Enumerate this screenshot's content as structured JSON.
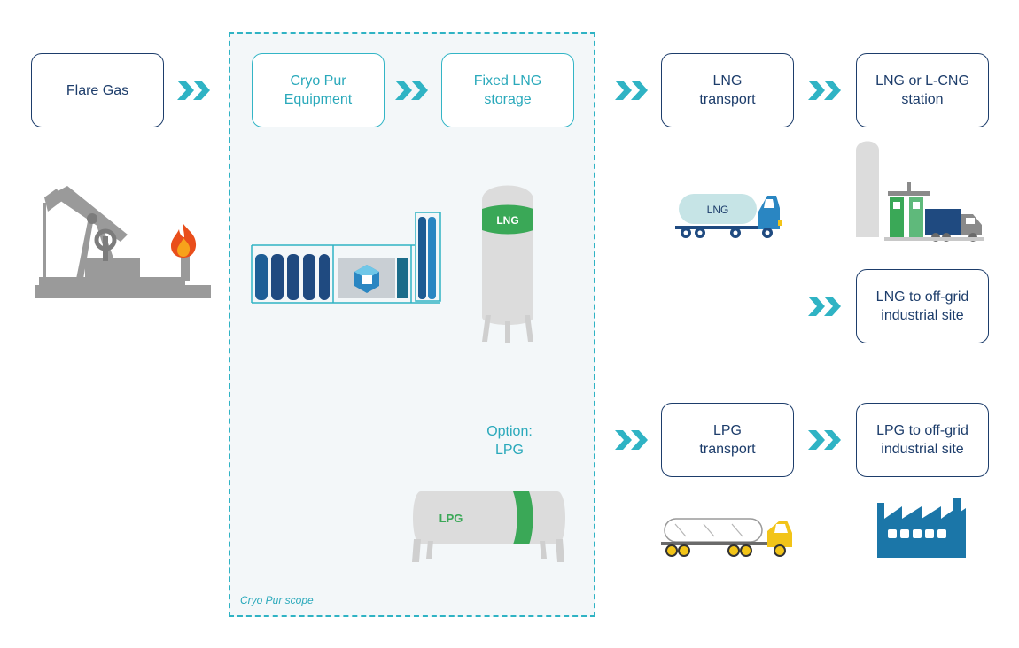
{
  "flow": {
    "flare_gas": "Flare Gas",
    "cryo_equipment": "Cryo Pur\nEquipment",
    "fixed_storage": "Fixed LNG\nstorage",
    "lng_transport": "LNG\ntransport",
    "lng_station": "LNG or L-CNG\nstation",
    "lng_offgrid": "LNG to off-grid\nindustrial site",
    "lpg_transport": "LPG\ntransport",
    "lpg_offgrid": "LPG to off-grid\nindustrial site"
  },
  "option_label": "Option:\nLPG",
  "scope_label": "Cryo Pur scope",
  "tank_labels": {
    "lng_tank": "LNG",
    "lng_truck": "LNG",
    "lpg_tank": "LPG"
  },
  "colors": {
    "navy": "#1d3d6b",
    "teal": "#2fb3c4",
    "green": "#3aa857",
    "grey": "#9a9a9a",
    "yellow": "#f2c418"
  },
  "icons": [
    "pumpjack-icon",
    "flame-icon",
    "cryo-equipment-icon",
    "lng-tank-icon",
    "lng-truck-icon",
    "lng-station-icon",
    "lpg-tank-icon",
    "lpg-truck-icon",
    "factory-icon",
    "chevron-arrow-icon"
  ]
}
